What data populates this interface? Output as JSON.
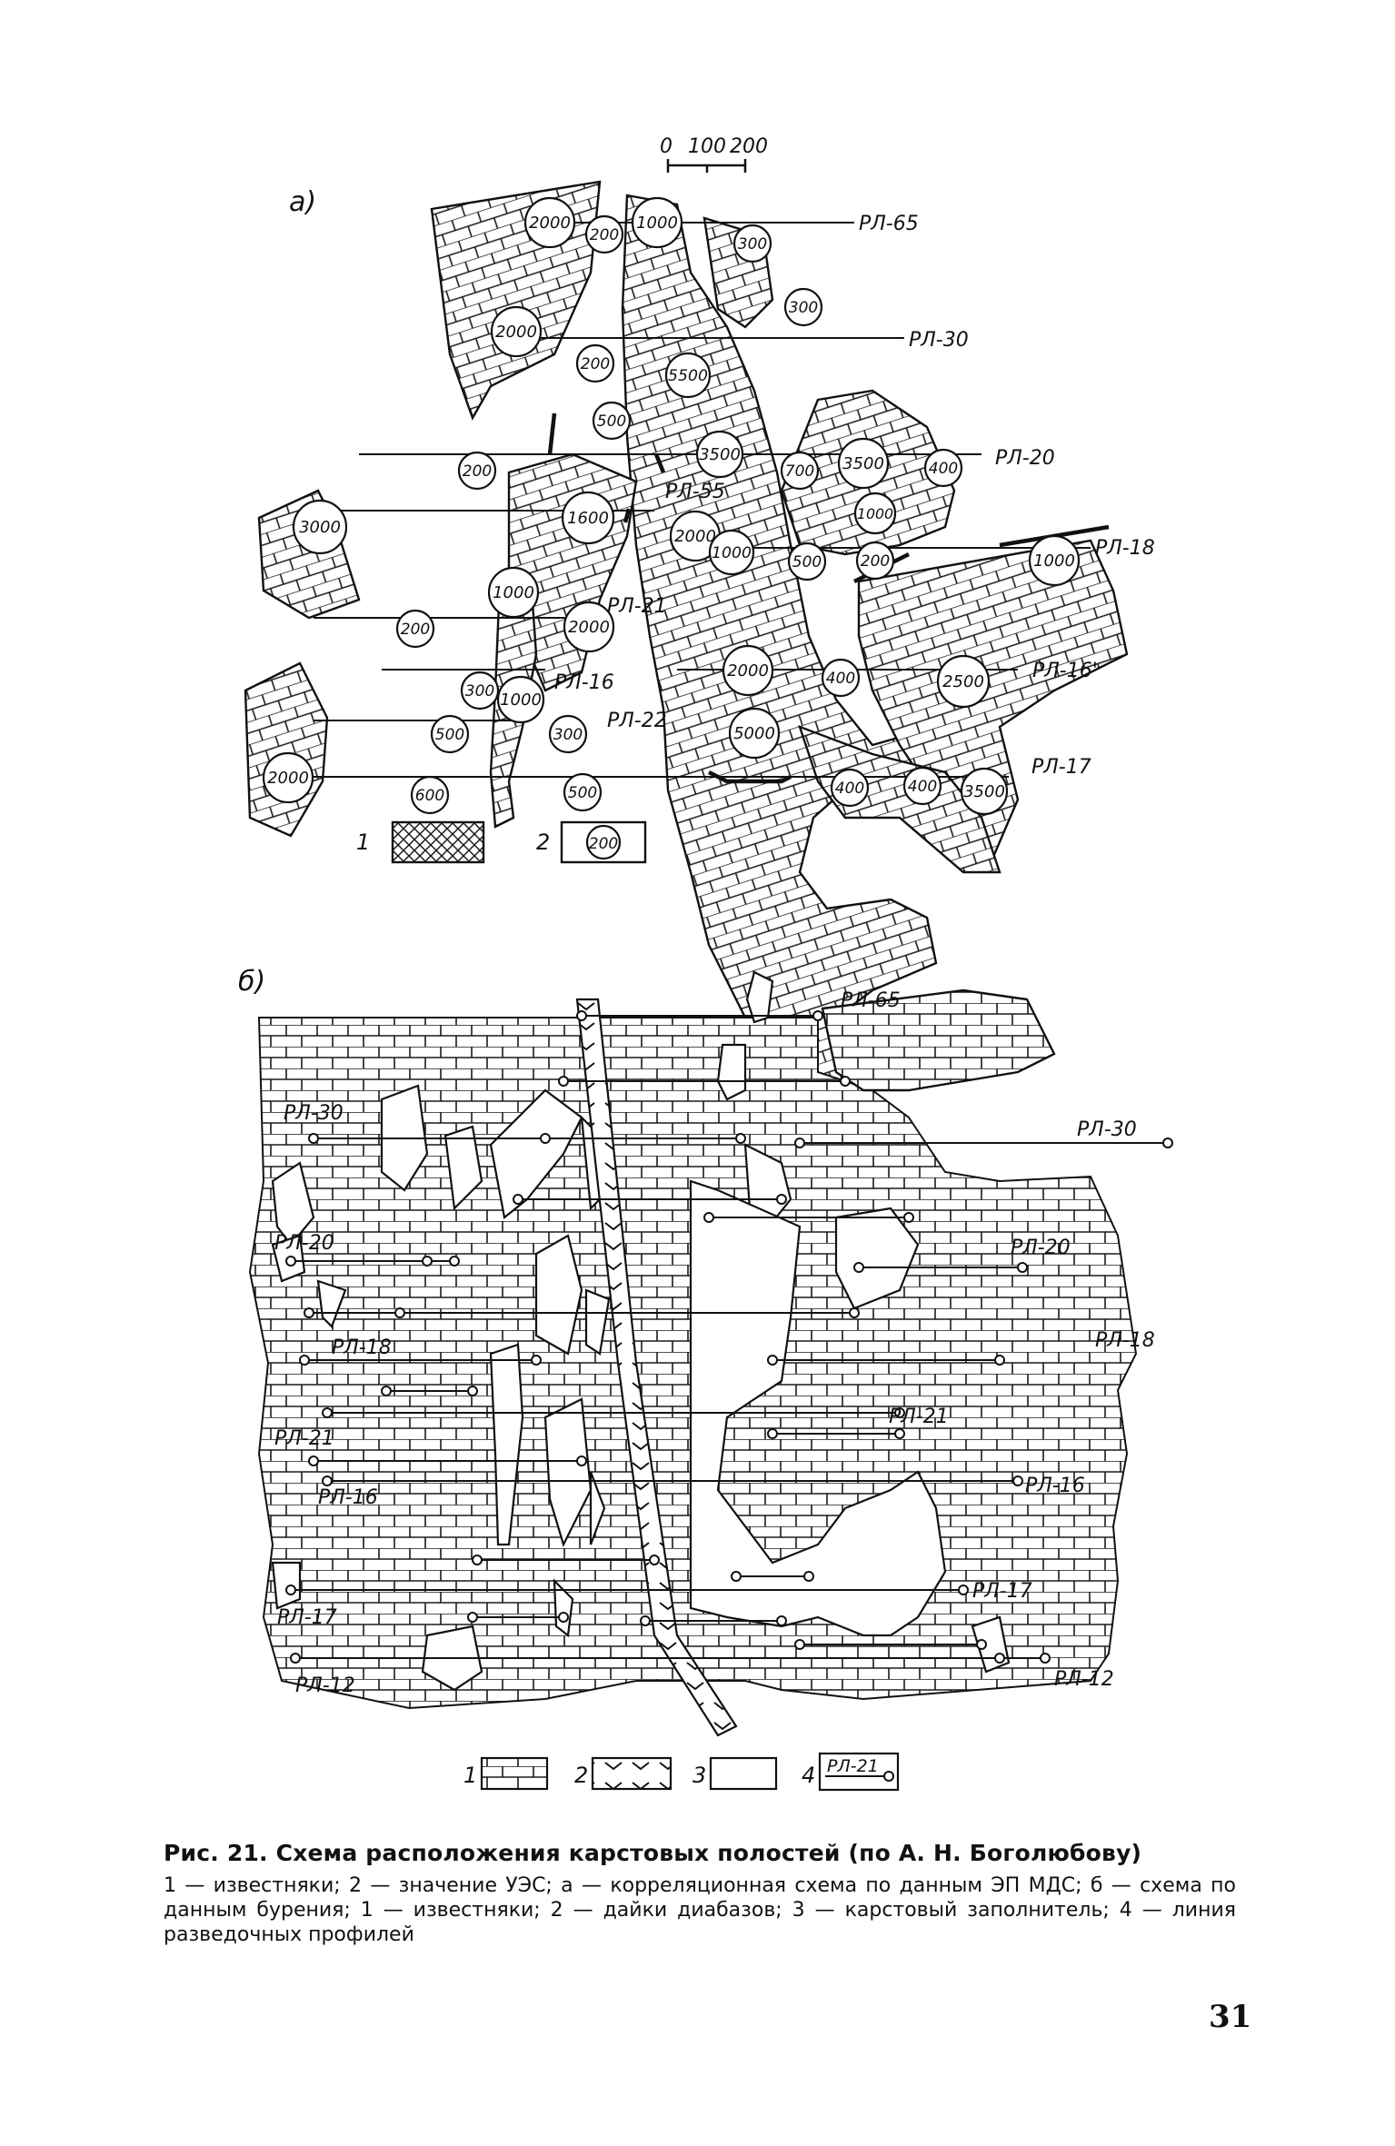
{
  "panel_a": {
    "label": "а)",
    "scale": {
      "ticks": [
        "0",
        "100",
        "200"
      ]
    },
    "profile_labels": [
      "РЛ-65",
      "РЛ-30",
      "РЛ-20",
      "РЛ-18",
      "РЛ-55",
      "РЛ-21",
      "РЛ-16",
      "РЛ-22",
      "РЛ-16'",
      "РЛ-17"
    ],
    "ves_values": [
      "2000",
      "200",
      "1000",
      "300",
      "300",
      "2000",
      "200",
      "5500",
      "500",
      "3500",
      "700",
      "3500",
      "400",
      "200",
      "1000",
      "3000",
      "1600",
      "2000",
      "1000",
      "500",
      "200",
      "1000",
      "1000",
      "200",
      "2000",
      "2000",
      "400",
      "2500",
      "300",
      "1000",
      "500",
      "300",
      "5000",
      "2000",
      "600",
      "500",
      "400",
      "400",
      "3500"
    ],
    "legend": [
      {
        "num": "1"
      },
      {
        "num": "2",
        "sample": "200"
      }
    ]
  },
  "panel_b": {
    "label": "б)",
    "profile_labels": [
      "РЛ-65",
      "РЛ-30",
      "РЛ-30",
      "РЛ-20",
      "РЛ-20",
      "РЛ-18",
      "РЛ-18",
      "РЛ-21",
      "РЛ-21",
      "РЛ-16",
      "РЛ-16",
      "РЛ-17",
      "РЛ-17",
      "РЛ-12",
      "РЛ-12"
    ],
    "legend": [
      {
        "num": "1"
      },
      {
        "num": "2"
      },
      {
        "num": "3"
      },
      {
        "num": "4",
        "sample": "РЛ-21"
      }
    ]
  },
  "caption": {
    "title": "Рис. 21. Схема расположения карстовых полостей (по А. Н. Боголюбову)",
    "body": "1 — известняки; 2 — значение УЭС; а — корреляционная схема по данным ЭП МДС; б — схема по данным бурения; 1 — известняки; 2 — дайки диабазов; 3 — карстовый заполнитель; 4 — линия разведочных профилей"
  },
  "page_number": "31"
}
